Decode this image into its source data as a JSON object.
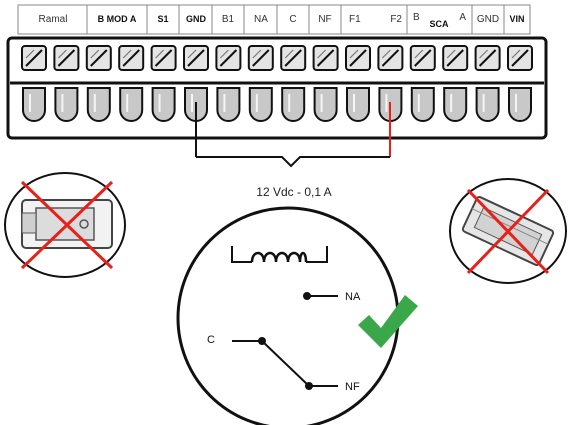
{
  "terminal_header": {
    "groups": [
      {
        "key": "ramal",
        "label": "Ramal",
        "bold": false
      },
      {
        "key": "bmoda",
        "label": "B MOD A",
        "bold": true
      },
      {
        "key": "s1",
        "label": "S1",
        "bold": true
      },
      {
        "key": "gnd1",
        "label": "GND",
        "bold": true
      },
      {
        "key": "b1",
        "label": "B1",
        "bold": false
      },
      {
        "key": "na",
        "label": "NA",
        "bold": false
      },
      {
        "key": "c",
        "label": "C",
        "bold": false
      },
      {
        "key": "nf",
        "label": "NF",
        "bold": false
      },
      {
        "key": "f1f2",
        "label_left": "F1",
        "label_right": "F2"
      },
      {
        "key": "bscaa",
        "label_left": "B",
        "label_mid": "SCA",
        "label_right": "A"
      },
      {
        "key": "gnd2",
        "label": "GND",
        "bold": false
      },
      {
        "key": "vin",
        "label": "VIN",
        "bold": true
      }
    ]
  },
  "lock": {
    "rating": "12 Vdc - 0,1 A",
    "contact_na": "NA",
    "contact_c": "C",
    "contact_nf": "NF"
  },
  "colors": {
    "wire_red": "#e8201a",
    "cross_red": "#e8201a",
    "check_green": "#3aa84a",
    "terminal_fill": "#c8c8c8",
    "outline": "#111111"
  }
}
